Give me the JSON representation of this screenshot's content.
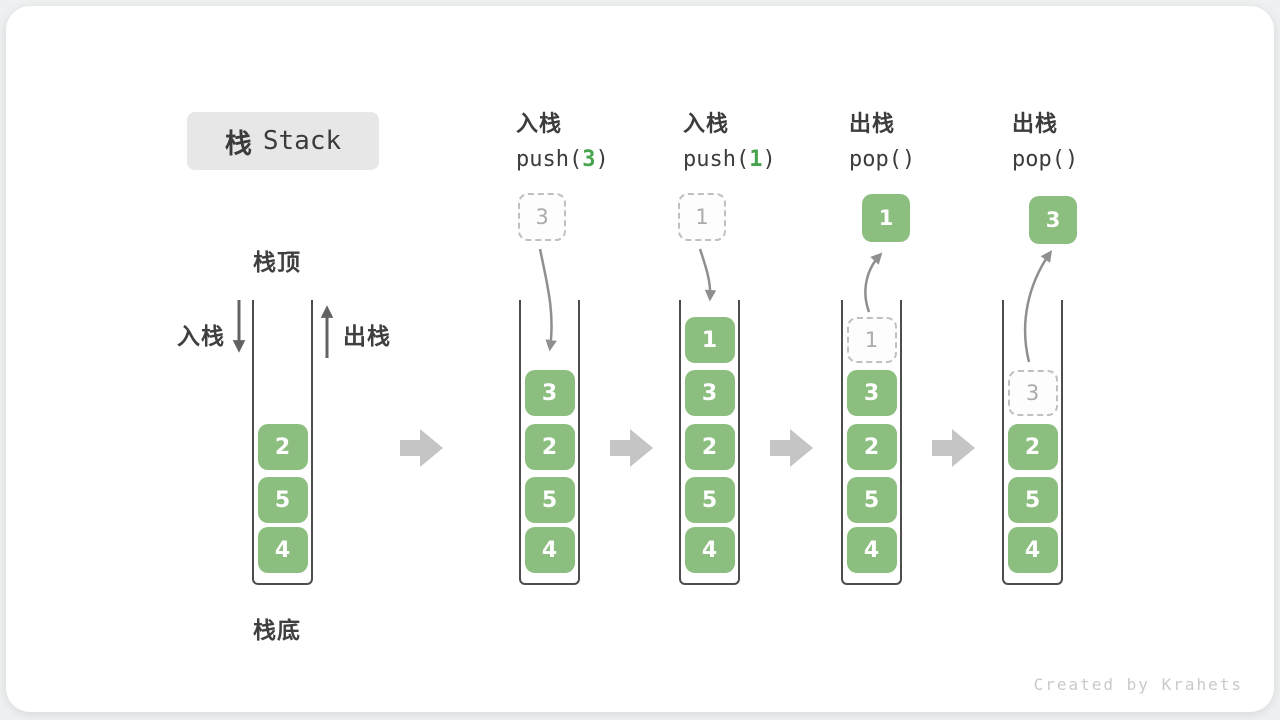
{
  "title": {
    "zh": "栈",
    "en": "Stack"
  },
  "labels": {
    "stack_top": "栈顶",
    "stack_bottom": "栈底",
    "push_side": "入栈",
    "pop_side": "出栈"
  },
  "operations": [
    {
      "line1": "入栈",
      "code_prefix": "push(",
      "code_arg": "3",
      "code_suffix": ")"
    },
    {
      "line1": "入栈",
      "code_prefix": "push(",
      "code_arg": "1",
      "code_suffix": ")"
    },
    {
      "line1": "出栈",
      "code_prefix": "pop(",
      "code_arg": "",
      "code_suffix": ")"
    },
    {
      "line1": "出栈",
      "code_prefix": "pop(",
      "code_arg": "",
      "code_suffix": ")"
    }
  ],
  "stacks": [
    {
      "name": "initial",
      "items": [
        "2",
        "5",
        "4"
      ]
    },
    {
      "name": "after-push-3",
      "items": [
        "3",
        "2",
        "5",
        "4"
      ],
      "incoming": "3"
    },
    {
      "name": "after-push-1",
      "items": [
        "1",
        "3",
        "2",
        "5",
        "4"
      ],
      "incoming": "1"
    },
    {
      "name": "after-pop-1",
      "items": [
        "3",
        "2",
        "5",
        "4"
      ],
      "ghost": "1",
      "outgoing": "1"
    },
    {
      "name": "after-pop-3",
      "items": [
        "2",
        "5",
        "4"
      ],
      "ghost": "3",
      "outgoing": "3"
    }
  ],
  "footer": {
    "credit": "Created by Krahets"
  },
  "colors": {
    "element_green": "#8cbe80",
    "code_arg_green": "#48a44c",
    "container_outline": "#4d4d4d",
    "dashed_gray": "#c0c0c0",
    "flow_arrow_gray": "#c5c5c5",
    "curve_arrow_gray": "#8f8f8f",
    "title_box_bg": "#e7e7e7"
  }
}
